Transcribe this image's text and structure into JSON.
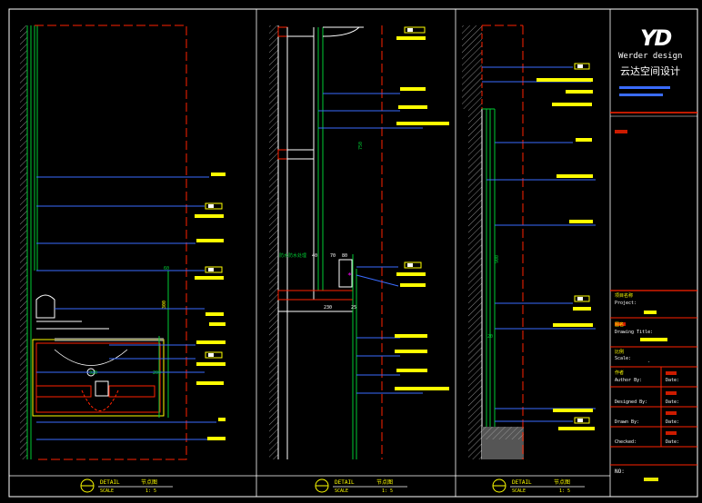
{
  "brand": {
    "logo_mark": "YD",
    "name_en": "Werder design",
    "name_cn": "云达空间设计",
    "accent": "#ff2200"
  },
  "title_block": {
    "project_label": "项目名称",
    "project_label_en": "Project:",
    "drawing_label": "图名",
    "drawing_label_en": "Drawing Title:",
    "scale_label": "比例",
    "scale_label_en": "Scale:",
    "scale_value": "-",
    "author_label": "作者",
    "author_label_en": "Author By:",
    "designed_label_en": "Designed By:",
    "drawn_label_en": "Drawn By:",
    "checked_label_en": "Checked:",
    "date_label_en": "Date:",
    "no_label": "NO:"
  },
  "details": [
    {
      "label": "DETAIL",
      "label_cn": "节点图",
      "scale_word": "SCALE",
      "scale": "1: 5"
    },
    {
      "label": "DETAIL",
      "label_cn": "节点图",
      "scale_word": "SCALE",
      "scale": "1: 5"
    },
    {
      "label": "DETAIL",
      "label_cn": "节点图",
      "scale_word": "SCALE",
      "scale": "1: 5"
    }
  ],
  "dimensions": {
    "d1_a": "60",
    "d1_b": "300",
    "d1_c": "320",
    "d1_d": "200",
    "d2_a": "750",
    "d2_b": "70",
    "d2_c": "40",
    "d2_d": "80",
    "d2_e": "230",
    "d2_f": "25",
    "d3_a": "900",
    "d3_b": "20",
    "d2_note": "防水防水处理"
  },
  "colors": {
    "line": "#00cc33",
    "leader": "#3a6cff",
    "tag": "#ffff00",
    "center": "#ff2200",
    "frame": "#ffffff"
  }
}
